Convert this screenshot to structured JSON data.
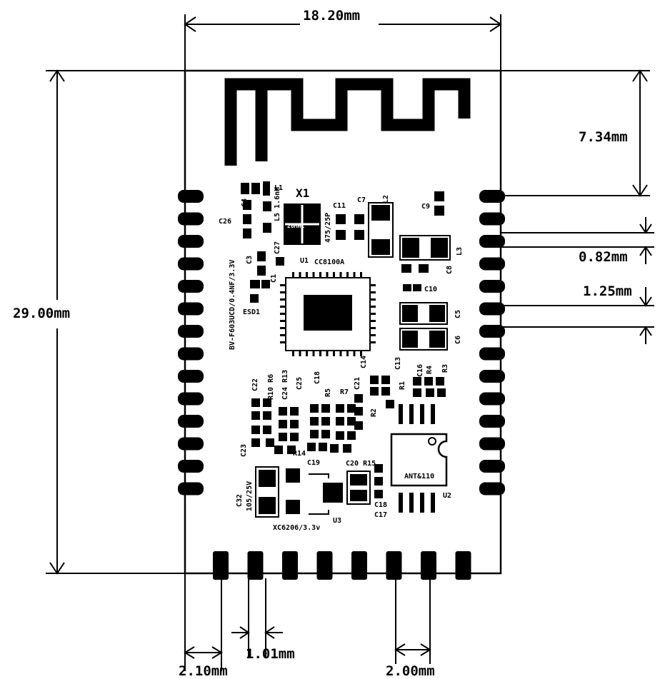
{
  "dimensions": {
    "width": "18.20mm",
    "height": "29.00mm",
    "antenna_height": "7.34mm",
    "pad_gap": "0.82mm",
    "pad_pitch_side": "1.25mm",
    "pad_width_bottom": "1.01mm",
    "edge_to_pad": "2.10mm",
    "pad_pitch_bottom": "2.00mm"
  },
  "silkscreen": {
    "x1": "X1",
    "crystal": "26MHZ",
    "l1": "L1",
    "l2": "L2",
    "l3": "L3",
    "c4": "C4",
    "c26": "C26",
    "c27": "C27",
    "l5": "L5 1.6nH",
    "c3": "C3",
    "c1": "C1",
    "u1": "U1",
    "chip": "CC8100A",
    "c11": "C11",
    "c11_val": "475/25P",
    "c7": "C7",
    "c8": "C8",
    "c9": "C9",
    "c10": "C10",
    "c5": "C5",
    "c6": "C6",
    "esd1": "ESD1",
    "side_marking": "BV-F603UCD/0.4NF/3.3V",
    "c22": "C22",
    "r10": "R10 R6",
    "c24": "C24 R13",
    "c25": "C25",
    "c18": "C18",
    "r5": "R5",
    "r7": "R7",
    "c21": "C21",
    "c14": "C14",
    "c13": "C13",
    "c16": "C16",
    "r4": "R4",
    "r3": "R3",
    "r1": "R1",
    "r2": "R2",
    "c23": "C23",
    "r14": "R14",
    "c19": "C19",
    "c20": "C20 R15",
    "ant": "ANT&110",
    "u2": "U2",
    "c32": "C32",
    "c32_val": "105/25V",
    "c18b": "C18",
    "c17": "C17",
    "reg": "XC6206/3.3v",
    "u3": "U3"
  }
}
